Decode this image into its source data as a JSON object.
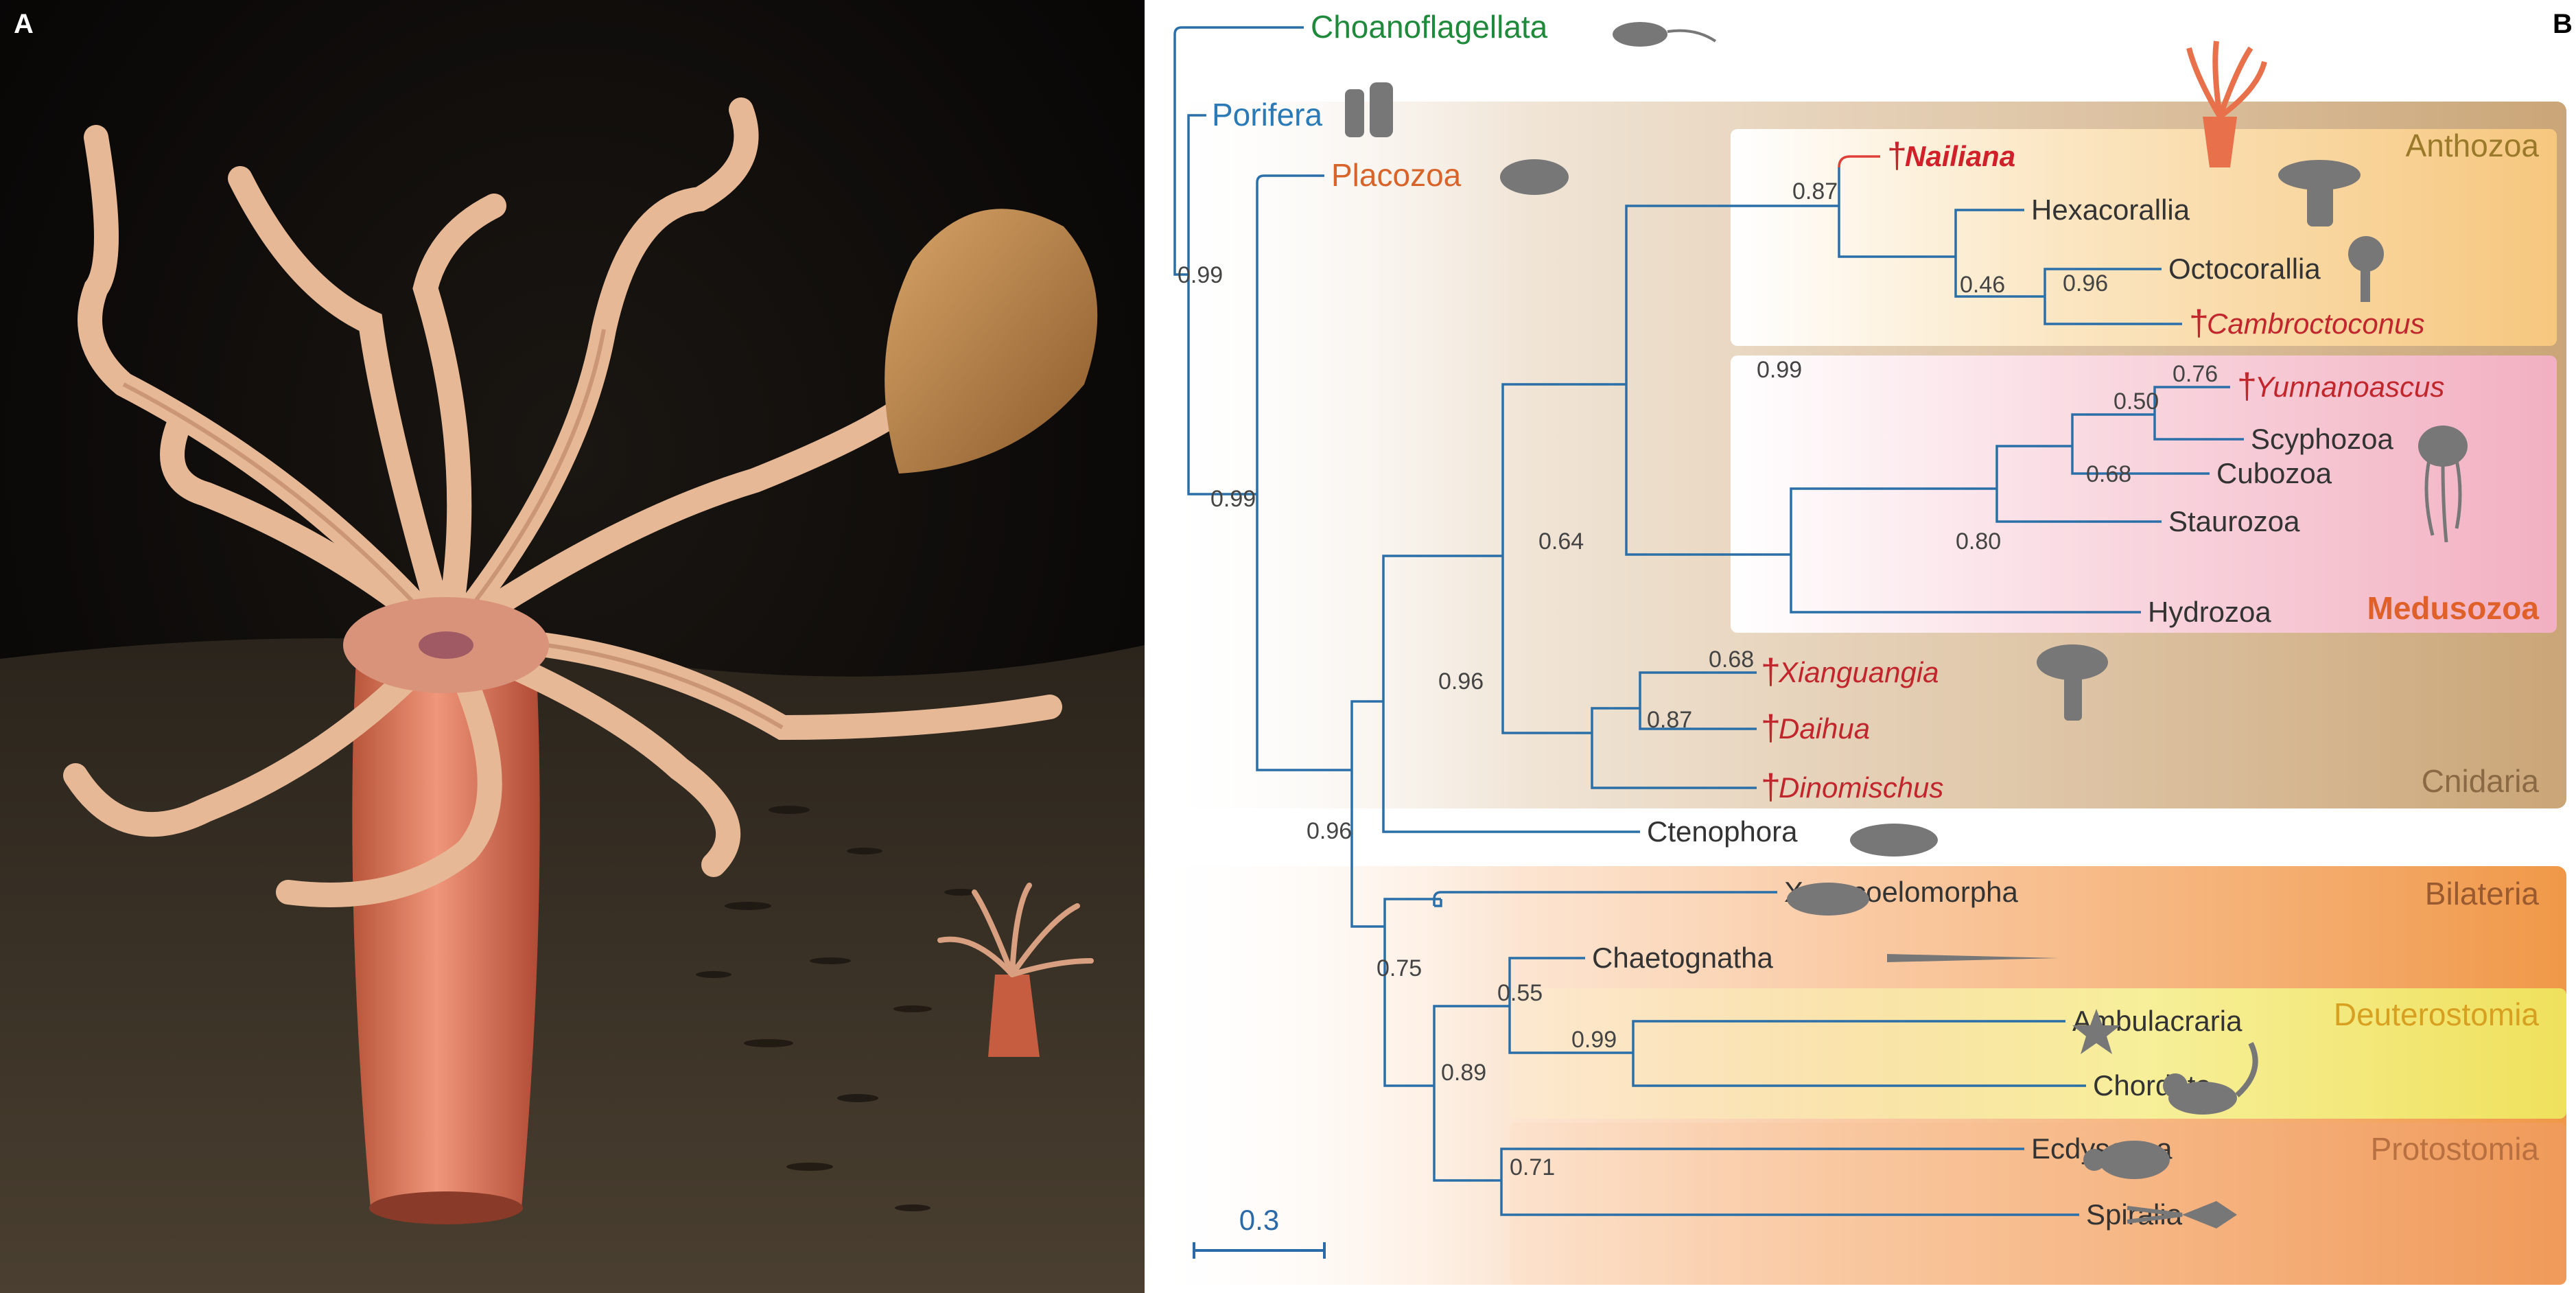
{
  "panels": {
    "a_label": "A",
    "b_label": "B"
  },
  "scale_bar": {
    "label": "0.3"
  },
  "groups": {
    "anthozoa": "Anthozoa",
    "medusozoa": "Medusozoa",
    "cnidaria": "Cnidaria",
    "bilateria": "Bilateria",
    "deuterostomia": "Deuterostomia",
    "protostomia": "Protostomia"
  },
  "taxa": {
    "choanoflagellata": "Choanoflagellata",
    "porifera": "Porifera",
    "placozoa": "Placozoa",
    "nailiana": "Nailiana",
    "hexacorallia": "Hexacorallia",
    "octocorallia": "Octocorallia",
    "cambroctoconus": "Cambroctoconus",
    "yunnanoascus": "Yunnanoascus",
    "scyphozoa": "Scyphozoa",
    "cubozoa": "Cubozoa",
    "staurozoa": "Staurozoa",
    "hydrozoa": "Hydrozoa",
    "xianguangia": "Xianguangia",
    "daihua": "Daihua",
    "dinomischus": "Dinomischus",
    "ctenophora": "Ctenophora",
    "xenacoelomorpha": "Xenacoelomorpha",
    "chaetognatha": "Chaetognatha",
    "ambulacraria": "Ambulacraria",
    "chordata": "Chordata",
    "ecdysozoa": "Ecdysozoa",
    "spiralia": "Spiralia"
  },
  "fossil_marker": "†",
  "supports": {
    "root": "0.99",
    "porifera_node": "0.99",
    "placozoa_node": "0.96",
    "ctenophora_node": "0.96",
    "cnidaria_node": "0.64",
    "anthozoa_medusozoa": "0.99",
    "anthozoa": "0.87",
    "hexa_octo": "0.46",
    "octo_cambro": "0.96",
    "medusozoa": "0.80",
    "cubo_scypho": "0.68",
    "scypho_cubo": "0.50",
    "yunnan_scypho": "0.76",
    "fossil_clade": "0.87",
    "xian_daihua": "0.68",
    "bilateria": "0.75",
    "nephrozoa": "0.89",
    "deutero_chaeto": "0.55",
    "deuterostomia": "0.99",
    "protostomia": "0.71"
  },
  "colors": {
    "branch": "#2b6fa8",
    "nailiana_branch": "#e0403a",
    "fossil_text": "#c0262c",
    "choanoflagellata": "#1f8a3b",
    "porifera": "#2a7ab8",
    "placozoa": "#d9642a",
    "anthozoa_bg": "#f7cf8a",
    "medusozoa_bg": "#f4b7c6",
    "cnidaria_bg": "#cfa97a",
    "bilateria_bg": "#f4a35c",
    "deuterostomia_bg": "#f3ec78",
    "protostomia_bg": "#f2ac72",
    "group_anthozoa_text": "#9a7a2a",
    "group_medusozoa_text": "#e0602a",
    "group_cnidaria_text": "#8a6a44",
    "group_bilateria_text": "#9a5a30",
    "group_deuterostomia_text": "#d8a020",
    "group_protostomia_text": "#b87040"
  },
  "illustration": {
    "subject": "reconstruction of Nailiana polyp on seafloor"
  }
}
